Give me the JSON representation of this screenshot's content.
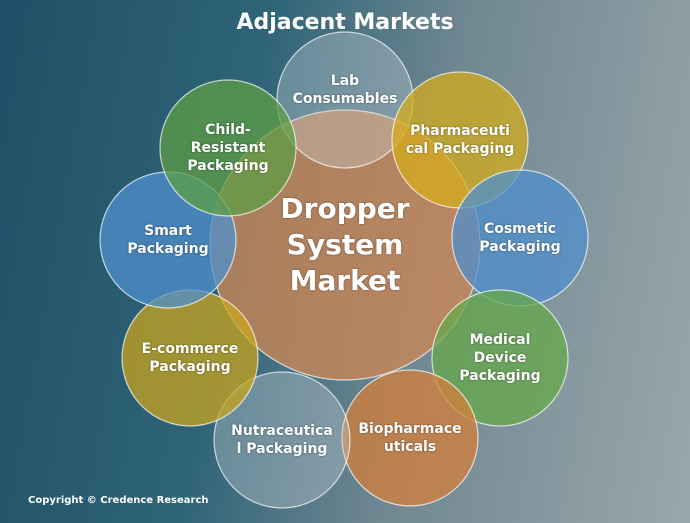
{
  "title": "Adjacent Markets",
  "center": {
    "label": "Dropper System Market",
    "color": "#c98656"
  },
  "markets": [
    {
      "label": "Lab Consumables",
      "color": "#c9d2d6"
    },
    {
      "label": "Pharmaceutical Packaging",
      "color": "#d4ac1c"
    },
    {
      "label": "Cosmetic Packaging",
      "color": "#4f8fcc"
    },
    {
      "label": "Medical Device Packaging",
      "color": "#66a84a"
    },
    {
      "label": "Biopharmaceuticals",
      "color": "#d47f3a"
    },
    {
      "label": "Nutraceutical Packaging",
      "color": "#c9d2d6"
    },
    {
      "label": "E-commerce Packaging",
      "color": "#c8a41e"
    },
    {
      "label": "Smart Packaging",
      "color": "#4f8fcc"
    },
    {
      "label": "Child-Resistant Packaging",
      "color": "#5e9e44"
    }
  ],
  "copyright": "Copyright © Credence Research"
}
